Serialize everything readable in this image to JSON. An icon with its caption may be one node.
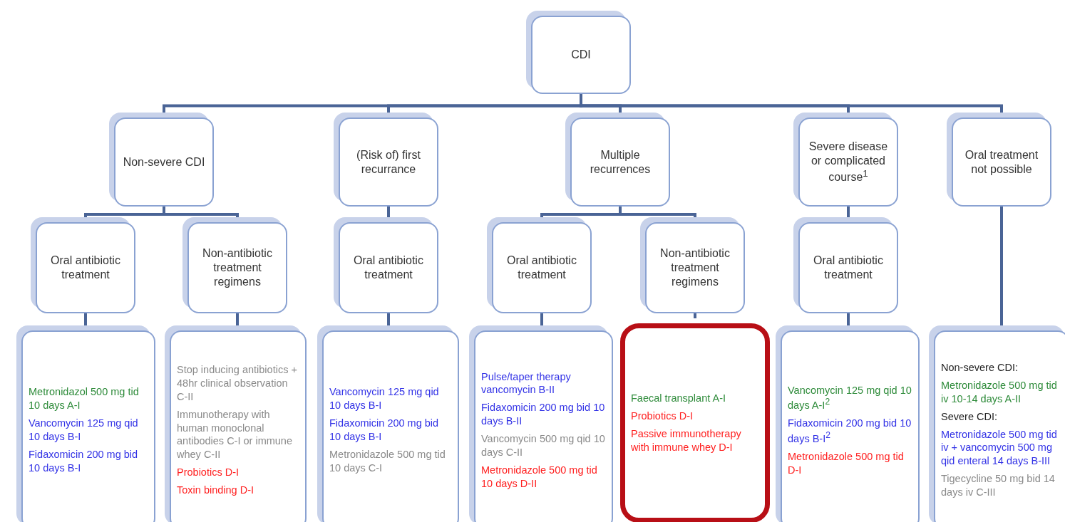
{
  "diagram": {
    "nodes": [
      {
        "text": [
          "CDI"
        ]
      },
      {
        "text": [
          "Non-severe CDI"
        ]
      },
      {
        "text": [
          "(Risk of) first recurrance"
        ]
      },
      {
        "text": [
          "Multiple recurrences"
        ]
      },
      {
        "text": [
          "Severe disease or complicated course$^{1}$"
        ]
      },
      {
        "text": [
          "Oral treatment not possible"
        ]
      },
      {
        "text": [
          "Oral antibiotic treatment"
        ]
      },
      {
        "text": [
          "Non-antibiotic treatment regimens"
        ]
      },
      {
        "text": [
          "Oral antibiotic treatment"
        ]
      },
      {
        "text": [
          "Oral antibiotic treatment"
        ]
      },
      {
        "text": [
          "Non-antibiotic treatment regimens"
        ]
      },
      {
        "text": [
          "Oral antibiotic treatment"
        ]
      },
      {
        "text": [
          "Metronidazol 500 mg tid 10 days A-I",
          "Vancomycin 125 mg qid 10 days B-I",
          "Fidaxomicin 200 mg bid 10 days B-I"
        ]
      },
      {
        "text": [
          "Stop inducing antibiotics + 48hr clinical observation C-II",
          "Immunotherapy with human monoclonal antibodies C-I or immune whey C-II",
          "Probiotics D-I",
          "Toxin binding D-I"
        ]
      },
      {
        "text": [
          "Vancomycin 125 mg qid 10 days B-I",
          "Fidaxomicin 200 mg bid 10 days B-I",
          "Metronidazole 500 mg tid 10 days C-I"
        ]
      },
      {
        "text": [
          "Pulse/taper therapy vancomycin B-II",
          "Fidaxomicin 200 mg bid 10 days B-II",
          "Vancomycin 500 mg qid 10 days C-II",
          "Metronidazole 500 mg tid 10 days D-II"
        ]
      },
      {
        "text": [
          "Faecal transplant A-I",
          "Probiotics D-I",
          "Passive immunotherapy with immune whey D-I"
        ]
      },
      {
        "text": [
          "Vancomycin 125 mg qid 10 days A-I$^{2}$",
          "Fidaxomicin 200 mg bid 10 days B-I$^{2}$",
          "Metronidazole 500 mg tid D-I"
        ]
      },
      {
        "text": [
          "Non-severe CDI:",
          "Metronidazole 500 mg tid iv 10-14 days A-II",
          "Severe CDI:",
          "Metronidazole 500 mg tid iv + vancomycin 500 mg qid enteral 14 days B-III",
          "Tigecycline 50 mg bid 14 days iv C-III"
        ]
      }
    ],
    "edges": [
      {
        "from": 0,
        "to": 1,
        "arrow": "none"
      },
      {
        "from": 0,
        "to": 2,
        "arrow": "none"
      },
      {
        "from": 0,
        "to": 3,
        "arrow": "none"
      },
      {
        "from": 0,
        "to": 4,
        "arrow": "none"
      },
      {
        "from": 0,
        "to": 5,
        "arrow": "none"
      },
      {
        "from": 1,
        "to": 6,
        "arrow": "none"
      },
      {
        "from": 1,
        "to": 7,
        "arrow": "none"
      },
      {
        "from": 2,
        "to": 8,
        "arrow": "none"
      },
      {
        "from": 3,
        "to": 9,
        "arrow": "none"
      },
      {
        "from": 3,
        "to": 10,
        "arrow": "none"
      },
      {
        "from": 4,
        "to": 11,
        "arrow": "none"
      },
      {
        "from": 5,
        "to": 18,
        "arrow": "none"
      },
      {
        "from": 6,
        "to": 12,
        "arrow": "none"
      },
      {
        "from": 7,
        "to": 13,
        "arrow": "none"
      },
      {
        "from": 8,
        "to": 14,
        "arrow": "none"
      },
      {
        "from": 9,
        "to": 15,
        "arrow": "none"
      },
      {
        "from": 10,
        "to": 16,
        "arrow": "none"
      },
      {
        "from": 11,
        "to": 17,
        "arrow": "none"
      }
    ]
  }
}
